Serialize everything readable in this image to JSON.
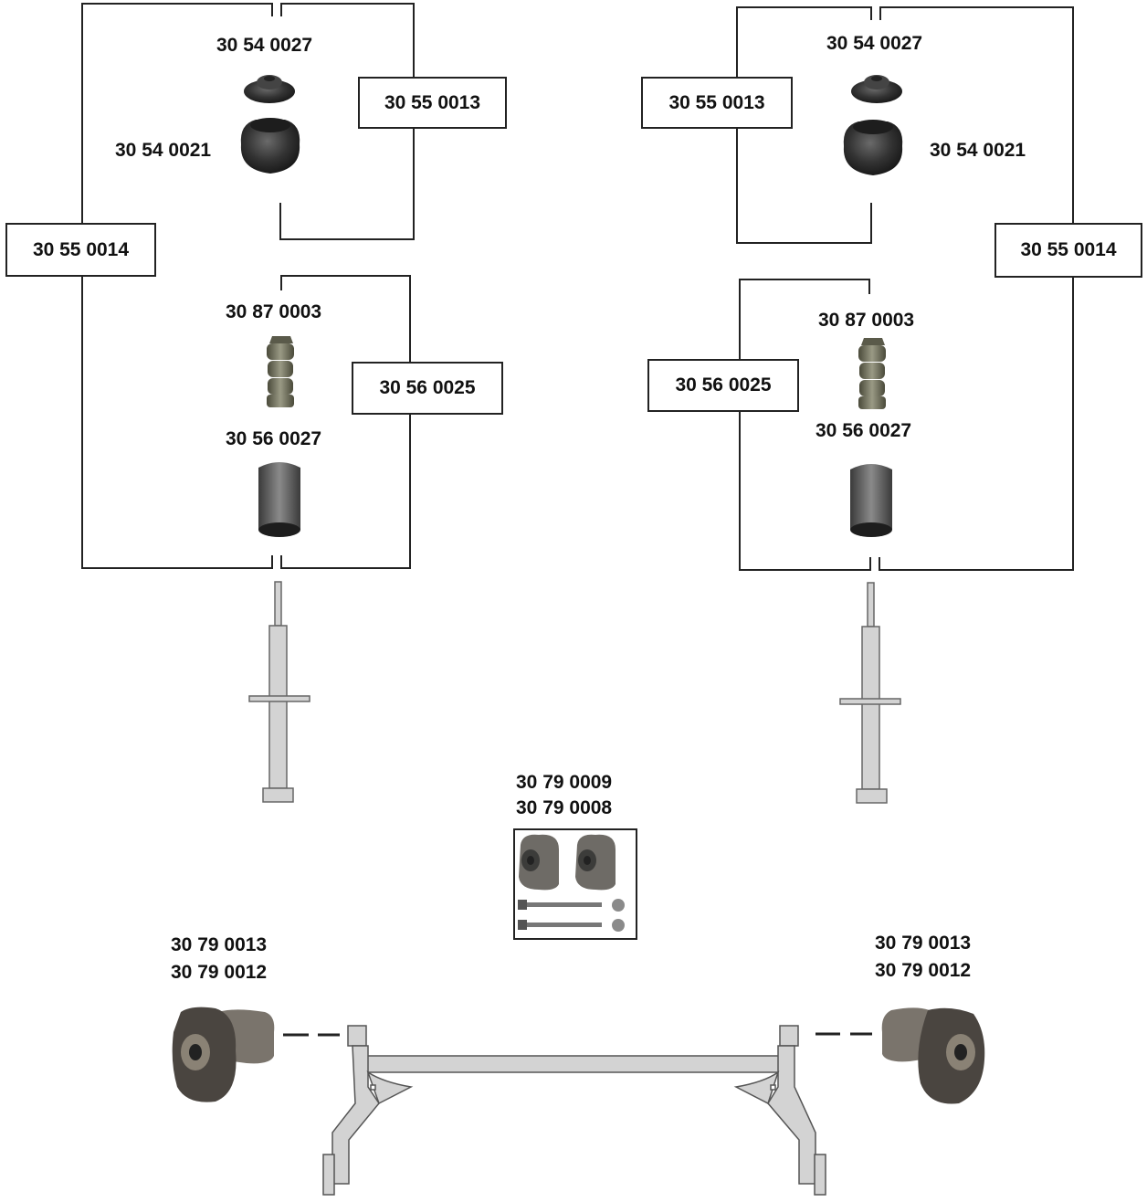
{
  "left": {
    "top_mount": "30 54 0027",
    "lower_mount": "30 54 0021",
    "mount_kit": "30 55 0013",
    "full_kit": "30 55 0014",
    "bump_stop": "30 87 0003",
    "protection_kit": "30 56 0025",
    "dust_cover": "30 56 0027"
  },
  "right": {
    "top_mount": "30 54 0027",
    "lower_mount": "30 54 0021",
    "mount_kit": "30 55 0013",
    "full_kit": "30 55 0014",
    "bump_stop": "30 87 0003",
    "protection_kit": "30 56 0025",
    "dust_cover": "30 56 0027"
  },
  "center_kit": {
    "line1": "30 79 0009",
    "line2": "30 79 0008"
  },
  "axle_bush_left": {
    "line1": "30 79 0013",
    "line2": "30 79 0012"
  },
  "axle_bush_right": {
    "line1": "30 79 0013",
    "line2": "30 79 0012"
  },
  "colors": {
    "line": "#222222",
    "rubber": "#2e2e2e",
    "metal": "#d3d3d3"
  }
}
